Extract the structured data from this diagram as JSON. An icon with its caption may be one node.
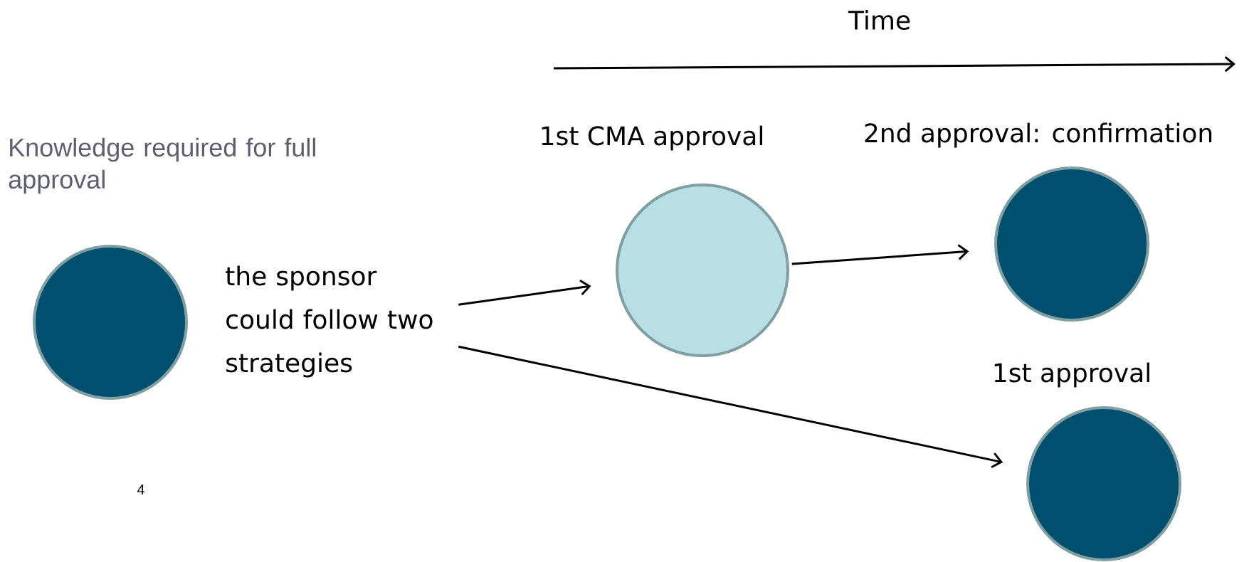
{
  "diagram": {
    "nodes": [
      {
        "text": [
          "Knowledge required for full approval"
        ]
      },
      {
        "text": [
          "the sponsor could follow two strategies"
        ]
      },
      {
        "text": [
          "1st CMA approval"
        ]
      },
      {
        "text": [
          "2nd approval: confirmation"
        ]
      },
      {
        "text": [
          "1st approval"
        ]
      }
    ],
    "edges": [
      {
        "from": 1,
        "to": 2,
        "arrow": "to"
      },
      {
        "from": 2,
        "to": 3,
        "arrow": "to"
      },
      {
        "from": 1,
        "to": 4,
        "arrow": "to"
      }
    ],
    "labels": [
      "Time",
      "4"
    ]
  }
}
